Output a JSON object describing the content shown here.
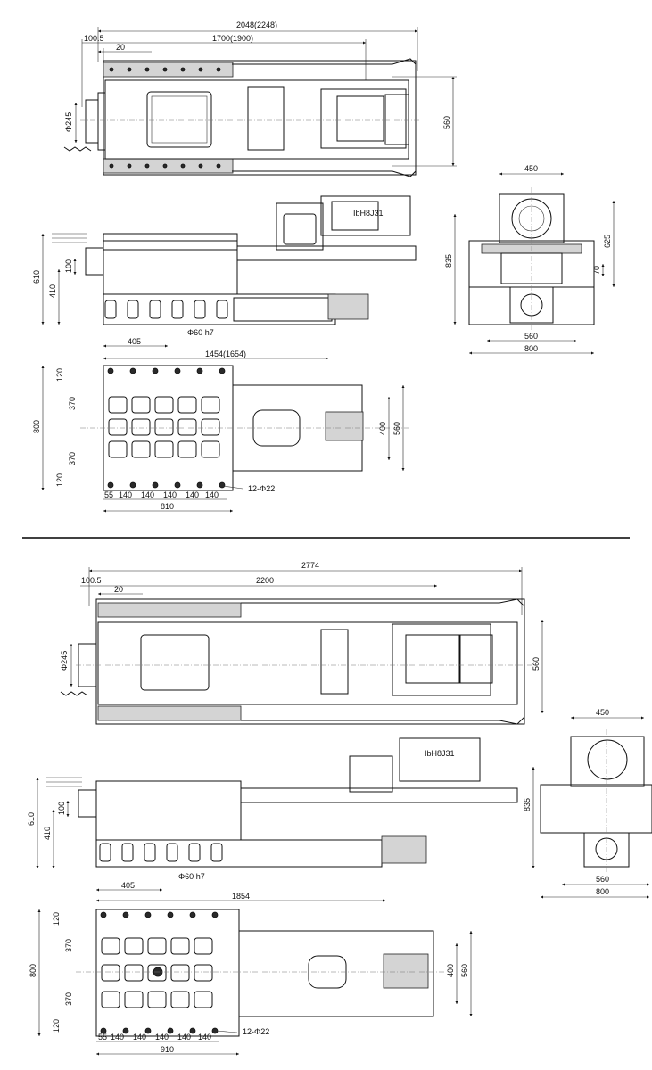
{
  "top": {
    "dims": {
      "overall_length": "2048(2248)",
      "offset_left": "100.5",
      "offset_small": "20",
      "travel": "1700(1900)",
      "spindle_dia": "Φ245",
      "width_560": "560",
      "total_length": "1454(1654)"
    },
    "motor_label": "IbH8J31"
  },
  "front": {
    "dims": {
      "height_610": "610",
      "height_410": "410",
      "height_100": "100",
      "base_405": "405",
      "shaft": "Φ60 h7"
    }
  },
  "side": {
    "dims": {
      "w_450": "450",
      "h_835": "835",
      "h_625": "625",
      "h_70": "70",
      "w_560": "560",
      "w_800": "800"
    }
  },
  "base": {
    "dims": {
      "w_800": "800",
      "r_120a": "120",
      "r_370a": "370",
      "r_370b": "370",
      "r_120b": "120",
      "w_400": "400",
      "w_560": "560",
      "c_55": "55",
      "c_140": "140",
      "holes": "12-Φ22",
      "length_810": "810"
    }
  },
  "bottom": {
    "dims": {
      "overall_length": "2774",
      "offset_left": "100.5",
      "offset_small": "20",
      "travel": "2200",
      "spindle_dia": "Φ245",
      "width_560": "560",
      "total_length": "1854",
      "base_405": "405",
      "shaft": "Φ60 h7",
      "height_610": "610",
      "height_410": "410",
      "height_100": "100",
      "length_910": "910",
      "holes": "12-Φ22"
    },
    "motor_label": "IbH8J31",
    "side": {
      "w_450": "450",
      "h_835": "835",
      "w_560": "560",
      "w_800": "800"
    },
    "base": {
      "w_800": "800",
      "r_120": "120",
      "r_370": "370",
      "w_400": "400",
      "w_560": "560",
      "c_55": "55",
      "c_140": "140"
    }
  }
}
